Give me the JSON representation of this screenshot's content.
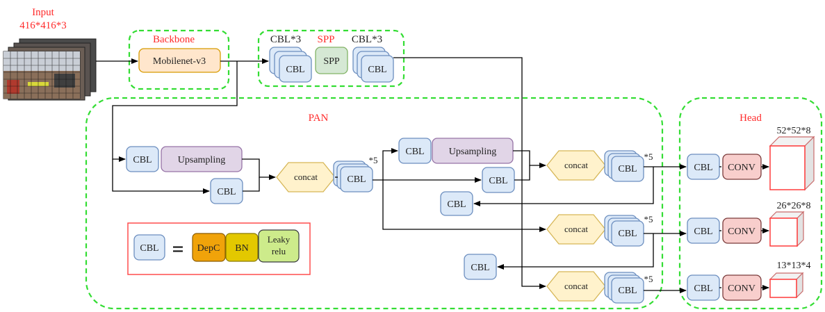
{
  "input": {
    "title": "Input",
    "size": "416*416*3"
  },
  "backbone": {
    "label": "Backbone",
    "module": "Mobilenet-v3"
  },
  "spp_block": {
    "cbl_top_left": "CBL*3",
    "spp_title": "SPP",
    "cbl_top_right": "CBL*3",
    "spp_box": "SPP",
    "cbl": "CBL"
  },
  "pan": {
    "label": "PAN",
    "cbl": "CBL",
    "upsampling": "Upsampling",
    "concat": "concat",
    "stack_mult": "*5"
  },
  "legend": {
    "cbl": "CBL",
    "equals": "=",
    "depc": "DepC",
    "bn": "BN",
    "leaky_line1": "Leaky",
    "leaky_line2": "relu"
  },
  "head": {
    "label": "Head",
    "cbl": "CBL",
    "conv": "CONV",
    "outputs": [
      "52*52*8",
      "26*26*8",
      "13*13*4"
    ]
  },
  "colors": {
    "dash_green": "#33dd33",
    "red_label": "#ff2a2a",
    "cbl_fill": "#dce9f8",
    "cbl_stroke": "#6c8ebf",
    "upsampling_fill": "#e1d5e7",
    "upsampling_stroke": "#9673a6",
    "concat_fill": "#fff2cc",
    "concat_stroke": "#d6b656",
    "spp_fill": "#d5e8d4",
    "spp_stroke": "#82b366",
    "backbone_fill": "#ffe6cc",
    "backbone_stroke": "#d79b00",
    "conv_fill": "#f8cecc",
    "conv_stroke": "#7a3b3b",
    "depc_fill": "#f0a30a",
    "bn_fill": "#e3c800",
    "leaky_fill": "#cdeb8b"
  }
}
